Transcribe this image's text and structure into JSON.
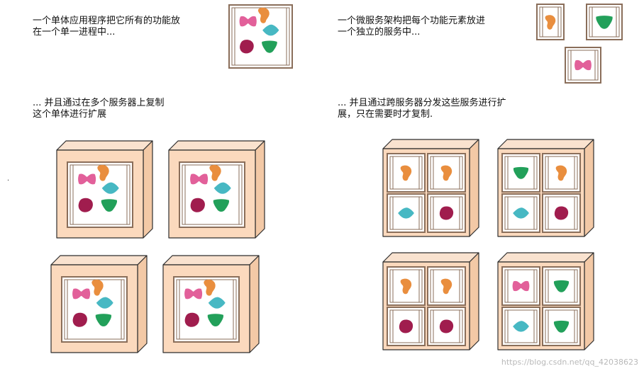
{
  "captions": {
    "monolith": "一个单体应用程序把它所有的功能放\n在一个单一进程中...",
    "microservices": "一个微服务架构把每个功能元素放进\n一个独立的服务中...",
    "monolith_scale": "... 并且通过在多个服务器上复制\n这个单体进行扩展",
    "microservices_scale": "... 并且通过跨服务器分发这些服务进行扩\n展，只在需要时才复制."
  },
  "watermark": "https://blog.csdn.net/qq_42038623",
  "stray_mark": ".",
  "colors": {
    "pink": "#e2609a",
    "orange": "#e98e3e",
    "teal": "#47b8c3",
    "maroon": "#a01d4e",
    "green": "#22a05a",
    "frame": "#8a6e5a",
    "server": "#fbd9bd",
    "server_edge": "#2e2e2e"
  }
}
